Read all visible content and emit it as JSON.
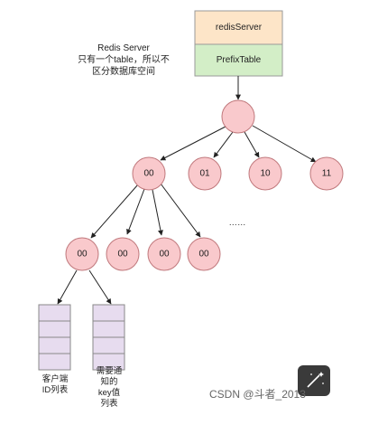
{
  "server_box": {
    "top_label": "redisServer",
    "bottom_label": "PrefixTable"
  },
  "note": {
    "line1": "Redis Server",
    "line2": "只有一个table，所以不",
    "line3": "区分数据库空间"
  },
  "nodes": {
    "root": "",
    "level1": [
      "00",
      "01",
      "10",
      "11"
    ],
    "ellipsis": "……",
    "level2": [
      "00",
      "00",
      "00",
      "00"
    ]
  },
  "lists": {
    "clients": {
      "line1": "客户端",
      "line2": "ID列表"
    },
    "keys": {
      "line1": "需要通",
      "line2": "知的",
      "line3": "key值",
      "line4": "列表"
    }
  },
  "watermark": "CSDN @斗者_2013",
  "colors": {
    "server_top": "#fde5c8",
    "server_bottom": "#d3eec7",
    "node_fill": "#f9c9cc",
    "node_stroke": "#c0787c",
    "list_fill": "#e7dcef"
  }
}
